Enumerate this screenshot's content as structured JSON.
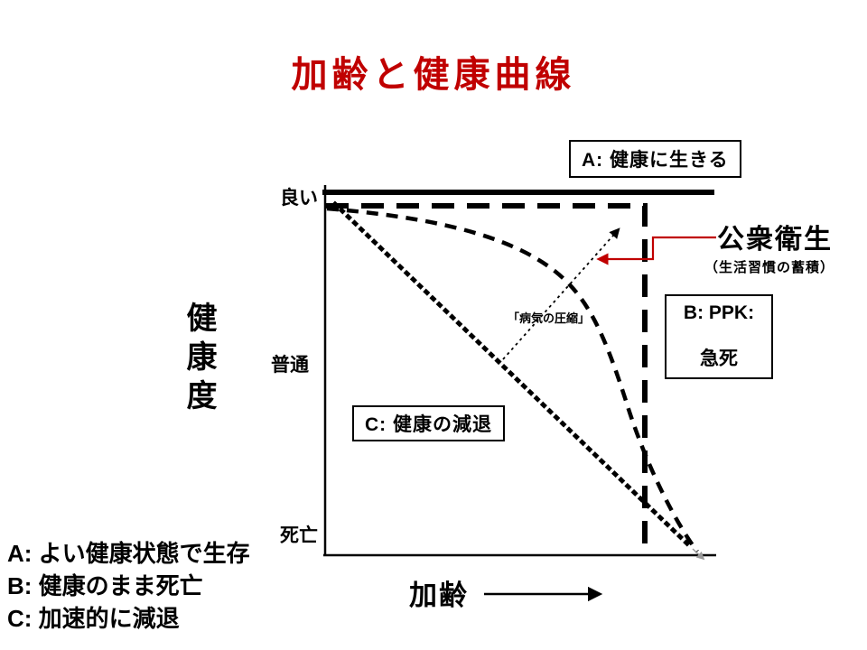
{
  "title": {
    "text": "加齢と健康曲線",
    "color": "#C00000"
  },
  "chart": {
    "y_axis_title": "健康度",
    "y_ticks": [
      "良い",
      "普通",
      "死亡"
    ],
    "x_axis_label": "加齢"
  },
  "annotations": {
    "curve_a_box": "A: 健康に生きる",
    "curve_b_box_line1": "B: PPK:",
    "curve_b_box_line2": "急死",
    "curve_c_box": "C: 健康の減退",
    "public_health": "公衆衛生",
    "public_health_sub": "（生活習慣の蓄積）",
    "compression": "「病気の圧縮」"
  },
  "legend": [
    "A: よい健康状態で生存",
    "B: 健康のまま死亡",
    "C: 加速的に減退"
  ],
  "colors": {
    "title_red": "#C00000",
    "arrow_red": "#C00000",
    "line_black": "#000000"
  }
}
